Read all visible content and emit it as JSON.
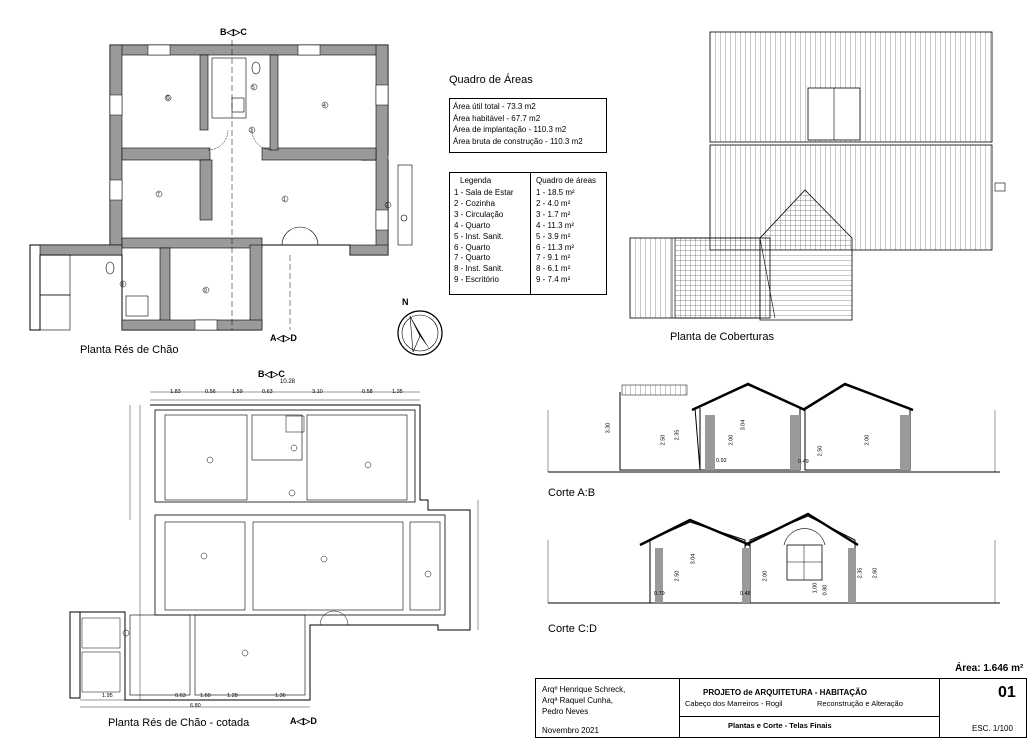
{
  "plans": {
    "ground_floor": {
      "title": "Planta Rés de Chão"
    },
    "ground_floor_dimensioned": {
      "title": "Planta Rés de Chão - cotada"
    },
    "roof": {
      "title": "Planta de Coberturas"
    },
    "section_ab": {
      "title": "Corte A:B"
    },
    "section_cd": {
      "title": "Corte C:D"
    }
  },
  "section_marks": {
    "a": "A",
    "b": "B",
    "c": "C",
    "d": "D"
  },
  "north": "N",
  "room_numbers": [
    "1",
    "2",
    "3",
    "4",
    "5",
    "6",
    "7",
    "8",
    "9"
  ],
  "dimensions": {
    "overall_width": "10.28",
    "top_row": [
      "1.83",
      "0.56",
      "1.59",
      "0.63",
      "3.10",
      "0.58",
      "1.35"
    ],
    "bottom_row": [
      "1.95",
      "0.63",
      "1.60",
      "1.28",
      "1.36"
    ],
    "bottom_total": "6.80",
    "section_ab": [
      "3.30",
      "2.50",
      "2.35",
      "0.92",
      "2.00",
      "3.04",
      "0.49",
      "2.50",
      "2.00"
    ],
    "section_cd": [
      "2.50",
      "3.04",
      "0.79",
      "0.48",
      "2.00",
      "1.00",
      "0.80",
      "2.35",
      "2.60"
    ]
  },
  "areas_table": {
    "title": "Quadro de Áreas",
    "rows": [
      "Área útil total - 73.3 m2",
      "Área habitável -  67.7 m2",
      "Área de implantação - 110.3 m2",
      "Área bruta de construção - 110.3 m2"
    ]
  },
  "legend": {
    "header": "Legenda",
    "items": [
      "1 - Sala de Estar",
      "2 - Cozinha",
      "3 - Circulação",
      "4 - Quarto",
      "5 - Inst. Sanit.",
      "6 - Quarto",
      "7 - Quarto",
      "8 - Inst. Sanit.",
      "9 - Escritório"
    ],
    "areas_header": "Quadro de áreas",
    "areas": [
      "1 - 18.5 m²",
      "2 - 4.0 m²",
      "3 - 1.7 m²",
      "4 - 11.3 m²",
      "5 - 3.9 m²",
      "6 - 11.3 m²",
      "7 - 9.1 m²",
      "8 - 6.1 m²",
      "9 - 7.4 m²"
    ]
  },
  "total_area": "Área: 1.646 m²",
  "title_block": {
    "architects": [
      "Arqº Henrique Schreck,",
      "Arqª Raquel Cunha,",
      "Pedro Neves"
    ],
    "date": "Novembro 2021",
    "project": "PROJETO de ARQUITETURA - HABITAÇÃO",
    "location": "Cabeço dos Marreiros - Rogil",
    "works": "Reconstrução e Alteração",
    "sheet_title": "Plantas e Corte - Telas Finais",
    "sheet_number": "01",
    "scale": "ESC. 1/100"
  }
}
